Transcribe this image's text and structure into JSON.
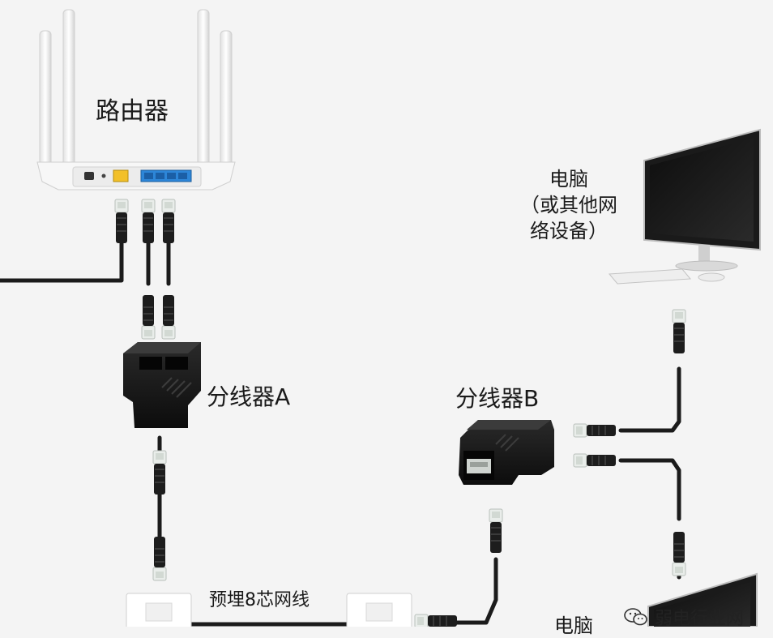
{
  "labels": {
    "router": "路由器",
    "splitter_a": "分线器A",
    "splitter_b": "分线器B",
    "cable": "预埋8芯网线",
    "pc_top": [
      "电脑",
      "（或其他网",
      "络设备）"
    ],
    "pc_bottom": "电脑"
  },
  "watermark": {
    "text": "弱电行业网",
    "icon": "wechat-icon"
  },
  "colors": {
    "background": "#f4f4f4",
    "router_body": "#f7f7f7",
    "wan_port": "#f2c029",
    "lan_port": "#2d86d8",
    "cable": "#1b1b1b",
    "connector_clear": "#e8ece8"
  }
}
